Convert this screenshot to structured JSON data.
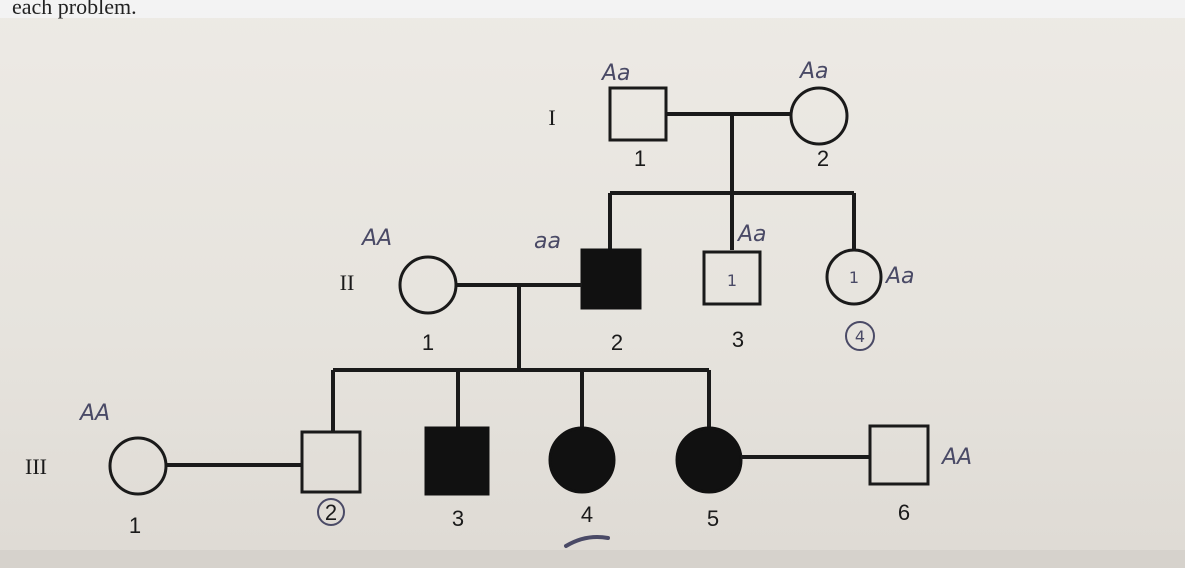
{
  "header_text": "each problem.",
  "generations": {
    "I": "I",
    "II": "II",
    "III": "III"
  },
  "individuals": {
    "I1": {
      "number": "1",
      "genotype": "Aa",
      "affected": false
    },
    "I2": {
      "number": "2",
      "genotype": "Aa",
      "affected": false
    },
    "II1": {
      "number": "1",
      "genotype": "AA",
      "affected": false
    },
    "II2": {
      "number": "2",
      "genotype": "aa",
      "affected": true
    },
    "II3": {
      "number": "3",
      "genotype": "Aa",
      "affected": false,
      "note": "1"
    },
    "II4": {
      "number": "4",
      "genotype": "Aa",
      "affected": false,
      "note": "1"
    },
    "III1": {
      "number": "1",
      "genotype": "AA",
      "affected": false
    },
    "III2": {
      "number": "2",
      "affected": false
    },
    "III3": {
      "number": "3",
      "affected": true
    },
    "III4": {
      "number": "4",
      "affected": true
    },
    "III5": {
      "number": "5",
      "affected": true
    },
    "III6": {
      "number": "6",
      "genotype": "AA",
      "affected": false
    }
  },
  "annotations": {
    "circled_4": "4"
  }
}
